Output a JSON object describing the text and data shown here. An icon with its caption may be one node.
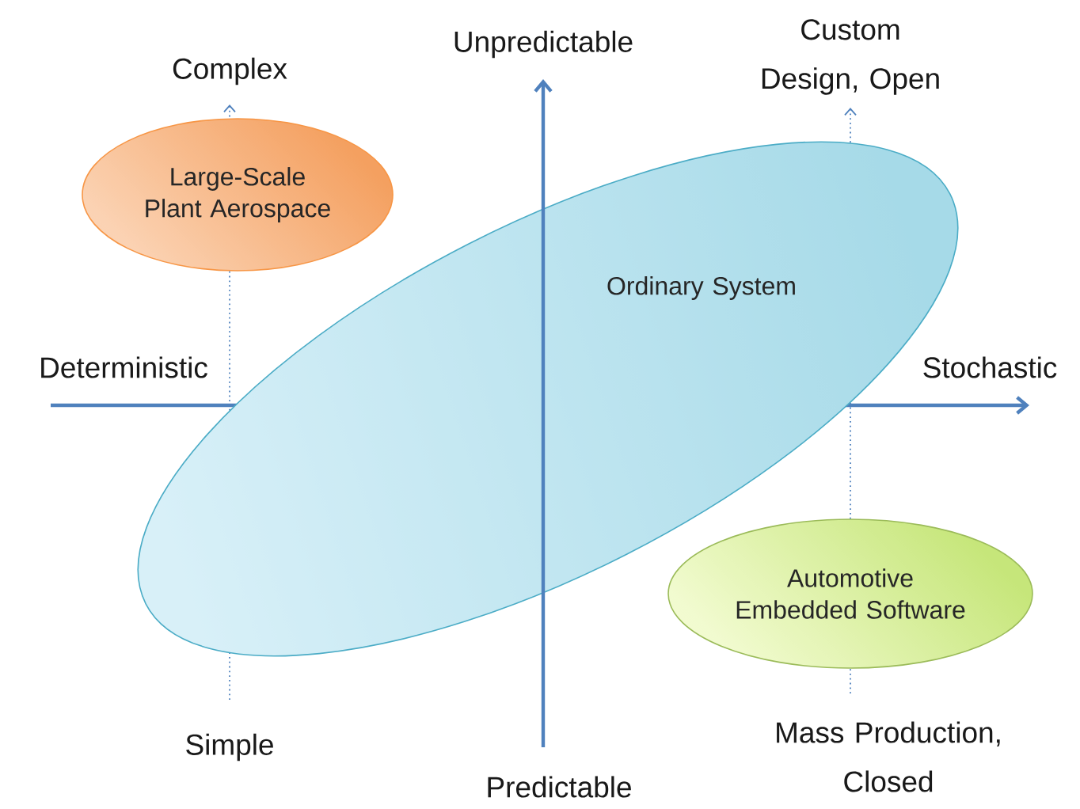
{
  "diagram": {
    "nodes": [
      {
        "text": [
          "Ordinary System"
        ]
      },
      {
        "text": [
          "Large-Scale Plant Aerospace"
        ]
      },
      {
        "text": [
          "Automotive Embedded Software"
        ]
      }
    ],
    "labels": [
      "Complex",
      "Unpredictable",
      "Custom Design, Open",
      "Deterministic",
      "Stochastic",
      "Simple",
      "Predictable",
      "Mass Production, Closed"
    ]
  }
}
